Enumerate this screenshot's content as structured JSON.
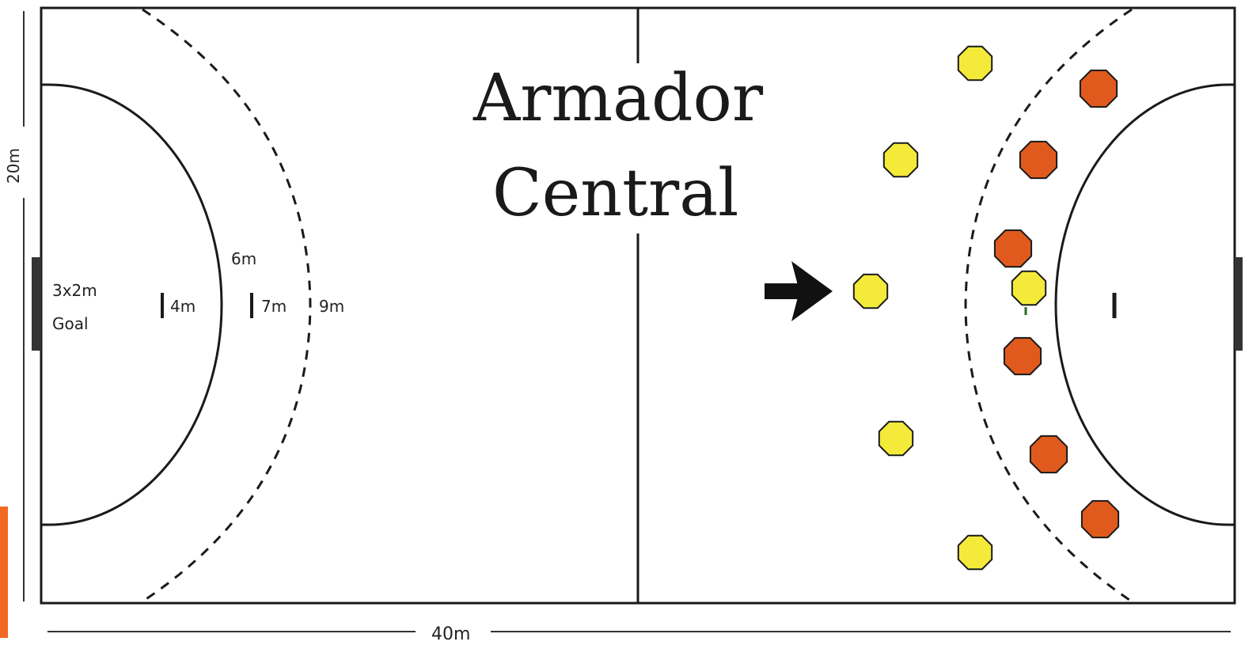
{
  "title": {
    "line1": "Armador",
    "line2": "Central"
  },
  "dimensions": {
    "width_label": "40m",
    "height_label": "20m"
  },
  "zone_labels": {
    "goal": [
      "3x2m",
      "Goal"
    ],
    "four_m": "4m",
    "six_m": "6m",
    "seven_m": "7m",
    "nine_m": "9m"
  },
  "colors": {
    "attacker": "#f4ea3a",
    "defender": "#e05a1e",
    "lines": "#1a1a1a",
    "accent_bar": "#f26a21"
  },
  "players": {
    "attackers": [
      {
        "id": "attacker-left-wing-top"
      },
      {
        "id": "attacker-left-back"
      },
      {
        "id": "attacker-center-back"
      },
      {
        "id": "attacker-pivot"
      },
      {
        "id": "attacker-right-back"
      },
      {
        "id": "attacker-right-wing-bottom"
      }
    ],
    "defenders": [
      {
        "id": "defender-1"
      },
      {
        "id": "defender-2"
      },
      {
        "id": "defender-3"
      },
      {
        "id": "defender-4"
      },
      {
        "id": "defender-5"
      },
      {
        "id": "defender-6"
      }
    ]
  },
  "arrow_icon": "right-arrow-icon"
}
